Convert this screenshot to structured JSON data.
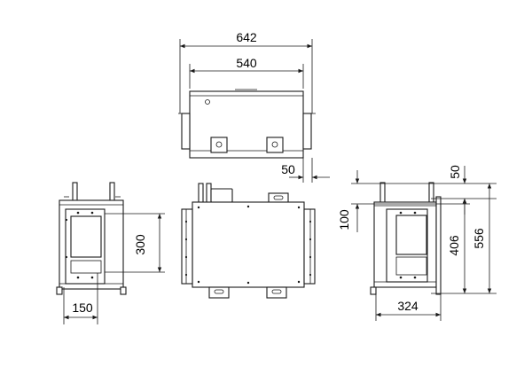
{
  "dimensions": {
    "top_overall_width": "642",
    "top_body_width": "540",
    "top_offset": "50",
    "left_height": "300",
    "left_width": "150",
    "right_top_offset": "50",
    "right_flange_offset": "100",
    "right_inner_height": "406",
    "right_total_height": "556",
    "right_width": "324"
  }
}
